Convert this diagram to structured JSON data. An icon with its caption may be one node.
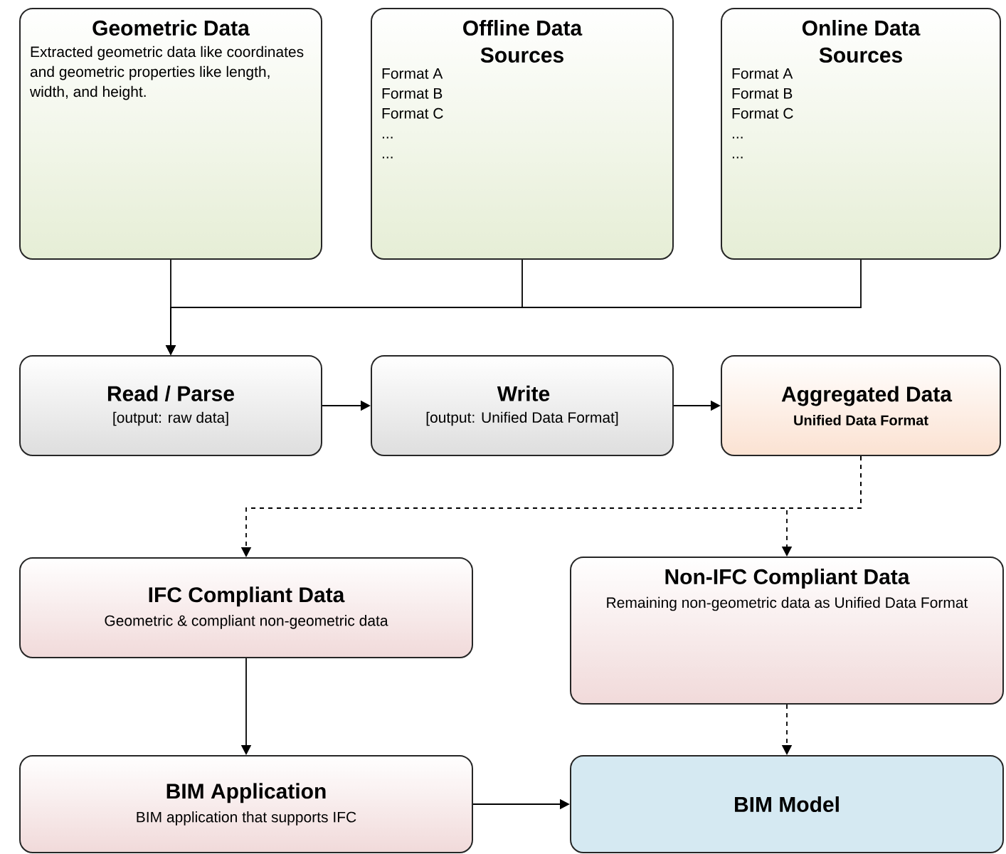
{
  "diagram": {
    "nodes": [
      {
        "text": [
          "Geometric Data",
          "Extracted geometric data like coordinates and geometric properties like length, width, and height."
        ]
      },
      {
        "text": [
          "Offline Data Sources",
          "Format A",
          "Format B",
          "Format C",
          "...",
          "..."
        ]
      },
      {
        "text": [
          "Online Data Sources",
          "Format A",
          "Format B",
          "Format C",
          "...",
          "..."
        ]
      },
      {
        "text": [
          "Read / Parse",
          "[output: raw data]"
        ]
      },
      {
        "text": [
          "Write",
          "[output: Unified Data Format]"
        ]
      },
      {
        "text": [
          "Aggregated Data",
          "Unified Data Format"
        ]
      },
      {
        "text": [
          "IFC Compliant Data",
          "Geometric & compliant non-geometric data"
        ]
      },
      {
        "text": [
          "Non-IFC Compliant Data",
          "Remaining non-geometric data as Unified Data Format"
        ]
      },
      {
        "text": [
          "BIM Application",
          "BIM application that supports IFC"
        ]
      },
      {
        "text": [
          "BIM Model"
        ]
      }
    ],
    "edges": [
      {
        "from": 0,
        "to": 3,
        "arrow": "to"
      },
      {
        "from": 1,
        "to": 3,
        "arrow": "to"
      },
      {
        "from": 2,
        "to": 3,
        "arrow": "to"
      },
      {
        "from": 3,
        "to": 4,
        "arrow": "to"
      },
      {
        "from": 4,
        "to": 5,
        "arrow": "to"
      },
      {
        "from": 5,
        "to": 6,
        "arrow": "to",
        "style": "dashed"
      },
      {
        "from": 5,
        "to": 7,
        "arrow": "to",
        "style": "dashed"
      },
      {
        "from": 6,
        "to": 8,
        "arrow": "to"
      },
      {
        "from": 7,
        "to": 9,
        "arrow": "to",
        "style": "dashed"
      },
      {
        "from": 8,
        "to": 9,
        "arrow": "to"
      }
    ]
  }
}
